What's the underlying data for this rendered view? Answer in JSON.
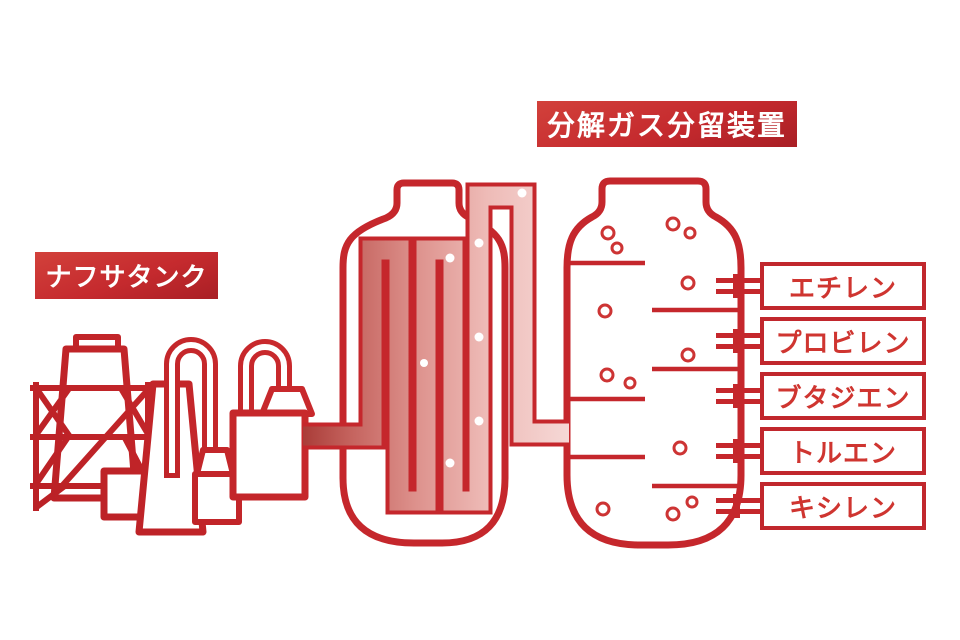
{
  "diagram": {
    "labels": {
      "naphtha_tank": "ナフサタンク",
      "cracking_unit": "分解ガス分留装置"
    },
    "products": [
      {
        "label": "エチレン"
      },
      {
        "label": "プロビレン"
      },
      {
        "label": "ブタジエン"
      },
      {
        "label": "トルエン"
      },
      {
        "label": "キシレン"
      }
    ],
    "colors": {
      "primary_red": "#C5272C",
      "label_bg_light": "#D2413B",
      "label_bg_dark": "#A91F25",
      "label_text": "#FFFFFF",
      "product_box_border": "#C1272D",
      "product_box_text": "#CF3530",
      "pipe_fill_dark": "#AF3D39",
      "pipe_fill_light": "#F6D9D7",
      "background": "#FFFFFF"
    }
  }
}
